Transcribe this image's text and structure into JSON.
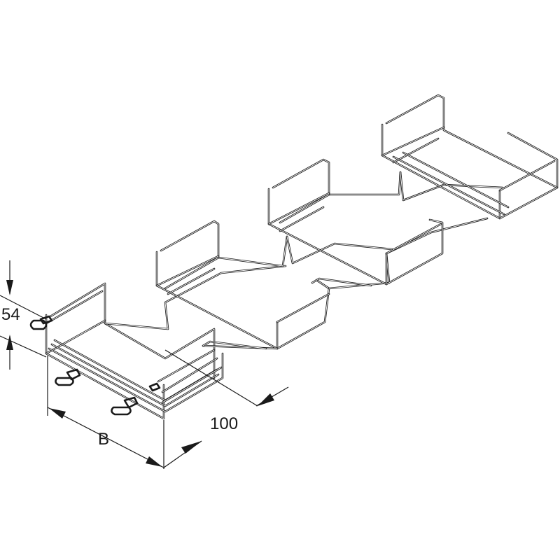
{
  "dimensions": {
    "height_label": "54",
    "width_label": "B",
    "length_label": "100"
  },
  "colors": {
    "line": "#1a1a1a",
    "background": "#ffffff"
  }
}
